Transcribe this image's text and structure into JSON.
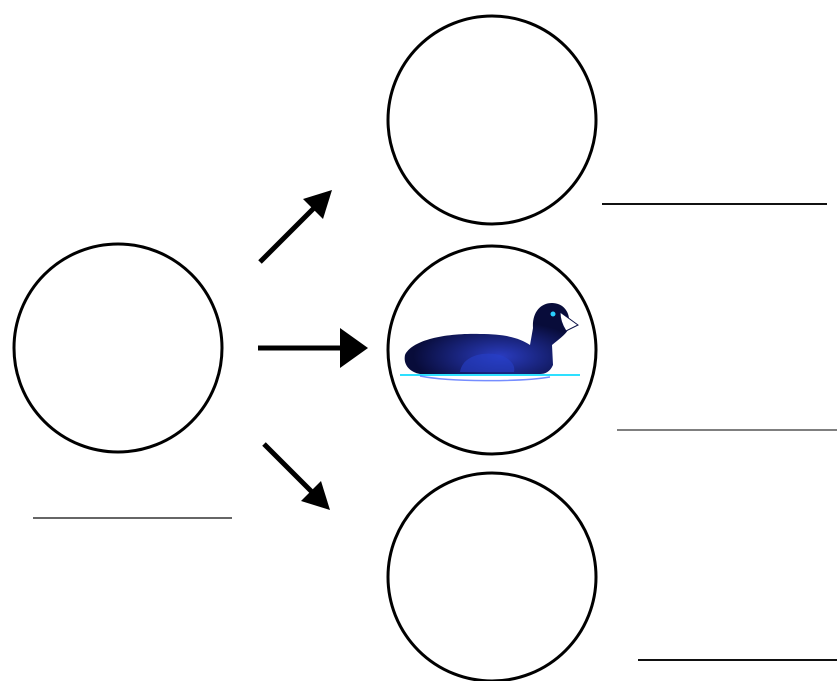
{
  "diagram": {
    "nodes": [
      {
        "id": "source",
        "label": ""
      },
      {
        "id": "top",
        "label": ""
      },
      {
        "id": "middle",
        "label": "",
        "image": "coot-bird-icon"
      },
      {
        "id": "bottom",
        "label": ""
      }
    ],
    "edges": [
      {
        "from": "source",
        "to": "top"
      },
      {
        "from": "source",
        "to": "middle"
      },
      {
        "from": "source",
        "to": "bottom"
      }
    ],
    "answer_blanks": [
      "source",
      "top",
      "middle",
      "bottom"
    ]
  },
  "colors": {
    "stroke": "#000000",
    "blank_line": "#444444",
    "bird_body": "#0a0f45",
    "bird_shade": "#1a2a8a",
    "bird_eye": "#2ad0ff",
    "bird_beak": "#ffffff",
    "water": "#2ee0ff"
  }
}
